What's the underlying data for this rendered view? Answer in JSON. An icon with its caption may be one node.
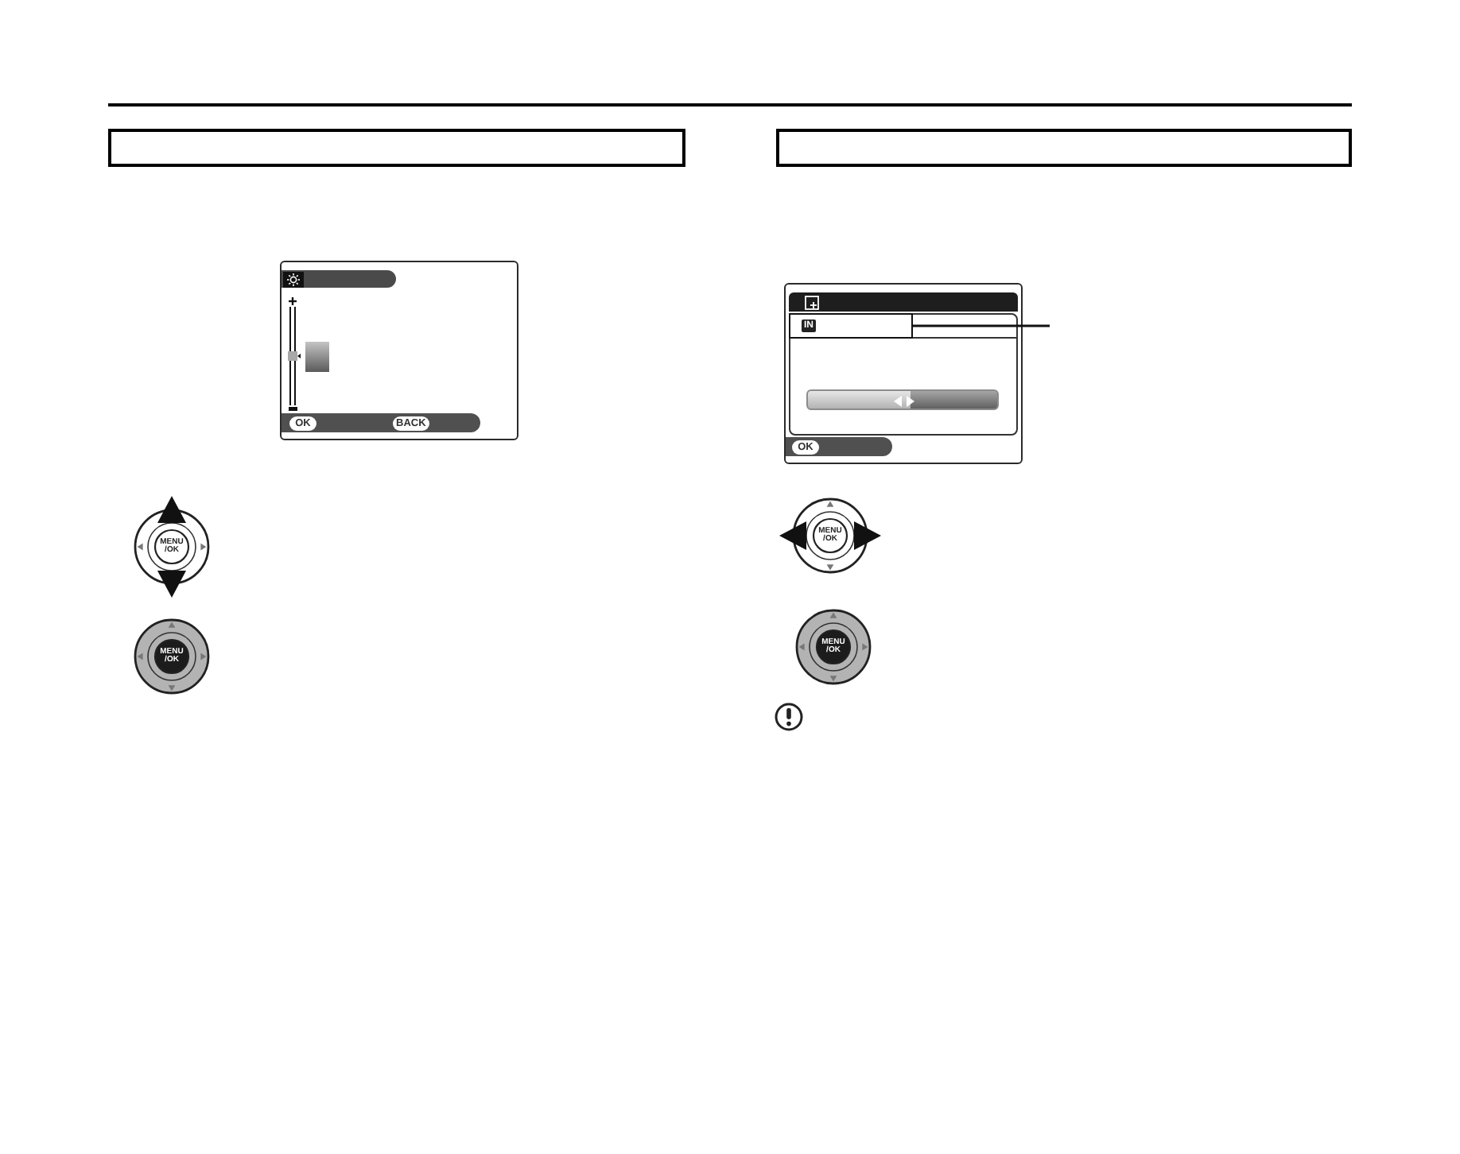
{
  "diagram": {
    "nodes": [
      {
        "text": [
          "OK",
          "BACK"
        ]
      },
      {
        "text": [
          "OK"
        ]
      },
      {
        "text": [
          "IN"
        ],
        "in": 1
      }
    ],
    "edges": [
      {
        "from": null,
        "to": 2,
        "arrow": "none"
      }
    ],
    "labels": [
      "MENU /OK",
      "MENU /OK",
      "MENU /OK",
      "MENU /OK"
    ]
  }
}
